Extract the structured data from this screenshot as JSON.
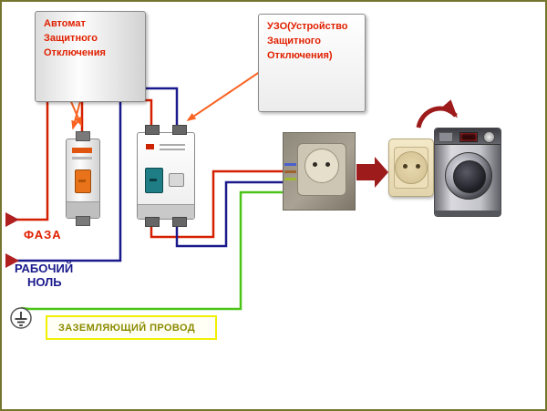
{
  "callouts": {
    "breaker": {
      "lines": [
        "Автомат",
        "Защитного",
        "Отключения"
      ]
    },
    "rcd": {
      "lines": [
        "УЗО(Устройство",
        "Защитного",
        "Отключения)"
      ]
    }
  },
  "labels": {
    "phase": "ФАЗА",
    "neutral": {
      "lines": [
        "РАБОЧИЙ",
        "НОЛЬ"
      ]
    },
    "ground_box": "ЗАЗЕМЛЯЮЩИЙ ПРОВОД"
  },
  "colors": {
    "page_border": "#76762e",
    "callout_bg": "#f2edbe",
    "callout_text": "#e02000",
    "callout_arrow": "#f96322",
    "phase_wire": "#d42000",
    "neutral_wire": "#1a1a8c",
    "ground_wire": "#4cc417",
    "phase_label": "#e02000",
    "neutral_label": "#1a1a8c",
    "ground_label": "#8b8b00",
    "ground_box_border": "#f0f000",
    "flow_arrow": "#9e1b1b",
    "breaker_toggle": "#e8731a",
    "rcd_toggle": "#1f7d86"
  },
  "icons": {
    "ground_symbol": "earth-ground-symbol",
    "flow_arrow": "thick-right-arrow",
    "plug_in_arrow": "curved-down-right-arrow",
    "phase_entry_arrow": "right-arrowhead",
    "neutral_entry_arrow": "right-arrowhead",
    "callout_arrow": "orange-pointer-arrow"
  }
}
